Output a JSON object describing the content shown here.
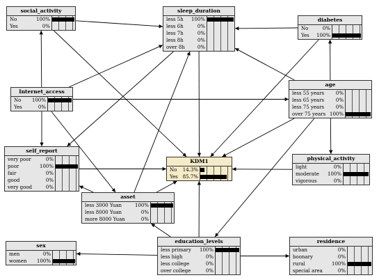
{
  "nodes": [
    {
      "id": "social_activity",
      "title": "social_activity",
      "target": false,
      "states": [
        {
          "label": "No",
          "value": "100%",
          "frac": 1.0
        },
        {
          "label": "Yes",
          "value": "0%",
          "frac": 0.0
        }
      ]
    },
    {
      "id": "sleep_duration",
      "title": "sleep_duration",
      "target": false,
      "states": [
        {
          "label": "less 5h",
          "value": "100%",
          "frac": 1.0
        },
        {
          "label": "less 6h",
          "value": "0%",
          "frac": 0.0
        },
        {
          "label": "less 7h",
          "value": "0%",
          "frac": 0.0
        },
        {
          "label": "less 8h",
          "value": "0%",
          "frac": 0.0
        },
        {
          "label": "over 8h",
          "value": "0%",
          "frac": 0.0
        }
      ]
    },
    {
      "id": "diabetes",
      "title": "diabetes",
      "target": false,
      "states": [
        {
          "label": "No",
          "value": "0%",
          "frac": 0.0
        },
        {
          "label": "Yes",
          "value": "100%",
          "frac": 1.0
        }
      ]
    },
    {
      "id": "Internet_access",
      "title": "Internet_access",
      "target": false,
      "states": [
        {
          "label": "No",
          "value": "100%",
          "frac": 1.0
        },
        {
          "label": "Yes",
          "value": "0%",
          "frac": 0.0
        }
      ]
    },
    {
      "id": "age",
      "title": "age",
      "target": false,
      "states": [
        {
          "label": "less 55 years",
          "value": "0%",
          "frac": 0.0
        },
        {
          "label": "less 65 years",
          "value": "0%",
          "frac": 0.0
        },
        {
          "label": "less 75 years",
          "value": "0%",
          "frac": 0.0
        },
        {
          "label": "over 75 years",
          "value": "100%",
          "frac": 1.0
        }
      ]
    },
    {
      "id": "self_report",
      "title": "self_report",
      "target": false,
      "states": [
        {
          "label": "very poor",
          "value": "0%",
          "frac": 0.0
        },
        {
          "label": "poor",
          "value": "100%",
          "frac": 1.0
        },
        {
          "label": "fair",
          "value": "0%",
          "frac": 0.0
        },
        {
          "label": "good",
          "value": "0%",
          "frac": 0.0
        },
        {
          "label": "very good",
          "value": "0%",
          "frac": 0.0
        }
      ]
    },
    {
      "id": "KDM1",
      "title": "KDM1",
      "target": true,
      "states": [
        {
          "label": "No",
          "value": "14.3%",
          "frac": 0.143
        },
        {
          "label": "Yes",
          "value": "85.7%",
          "frac": 0.857
        }
      ]
    },
    {
      "id": "physical_activity",
      "title": "physical_activity",
      "target": false,
      "states": [
        {
          "label": "light",
          "value": "0%",
          "frac": 0.0
        },
        {
          "label": "moderate",
          "value": "100%",
          "frac": 1.0
        },
        {
          "label": "vigorous",
          "value": "0%",
          "frac": 0.0
        }
      ]
    },
    {
      "id": "asset",
      "title": "asset",
      "target": false,
      "states": [
        {
          "label": "less 3000 Yuan",
          "value": "100%",
          "frac": 1.0
        },
        {
          "label": "less 8000 Yuan",
          "value": "0%",
          "frac": 0.0
        },
        {
          "label": "more 8000 Yuan",
          "value": "0%",
          "frac": 0.0
        }
      ]
    },
    {
      "id": "sex",
      "title": "sex",
      "target": false,
      "states": [
        {
          "label": "men",
          "value": "0%",
          "frac": 0.0
        },
        {
          "label": "women",
          "value": "100%",
          "frac": 1.0
        }
      ]
    },
    {
      "id": "education_levels",
      "title": "education_levels",
      "target": false,
      "states": [
        {
          "label": "less primary",
          "value": "100%",
          "frac": 1.0
        },
        {
          "label": "less high",
          "value": "0%",
          "frac": 0.0
        },
        {
          "label": "less college",
          "value": "0%",
          "frac": 0.0
        },
        {
          "label": "over college",
          "value": "0%",
          "frac": 0.0
        }
      ]
    },
    {
      "id": "residence",
      "title": "residence",
      "target": false,
      "states": [
        {
          "label": "urban",
          "value": "0%",
          "frac": 0.0
        },
        {
          "label": "boonary",
          "value": "0%",
          "frac": 0.0
        },
        {
          "label": "rural",
          "value": "100%",
          "frac": 1.0
        },
        {
          "label": "special area",
          "value": "0%",
          "frac": 0.0
        }
      ]
    }
  ],
  "edges": [
    {
      "from": "Internet_access",
      "to": "social_activity"
    },
    {
      "from": "Internet_access",
      "to": "sleep_duration"
    },
    {
      "from": "Internet_access",
      "to": "age"
    },
    {
      "from": "Internet_access",
      "to": "self_report"
    },
    {
      "from": "Internet_access",
      "to": "asset"
    },
    {
      "from": "social_activity",
      "to": "KDM1"
    },
    {
      "from": "social_activity",
      "to": "sleep_duration"
    },
    {
      "from": "diabetes",
      "to": "sleep_duration"
    },
    {
      "from": "diabetes",
      "to": "KDM1"
    },
    {
      "from": "age",
      "to": "diabetes"
    },
    {
      "from": "age",
      "to": "sleep_duration"
    },
    {
      "from": "age",
      "to": "physical_activity"
    },
    {
      "from": "age",
      "to": "KDM1"
    },
    {
      "from": "age",
      "to": "education_levels"
    },
    {
      "from": "sleep_duration",
      "to": "KDM1"
    },
    {
      "from": "sleep_duration",
      "to": "self_report"
    },
    {
      "from": "physical_activity",
      "to": "KDM1"
    },
    {
      "from": "self_report",
      "to": "KDM1"
    },
    {
      "from": "asset",
      "to": "self_report"
    },
    {
      "from": "asset",
      "to": "sleep_duration"
    },
    {
      "from": "asset",
      "to": "KDM1"
    },
    {
      "from": "education_levels",
      "to": "KDM1"
    },
    {
      "from": "education_levels",
      "to": "asset"
    },
    {
      "from": "education_levels",
      "to": "sex"
    },
    {
      "from": "education_levels",
      "to": "residence"
    }
  ]
}
